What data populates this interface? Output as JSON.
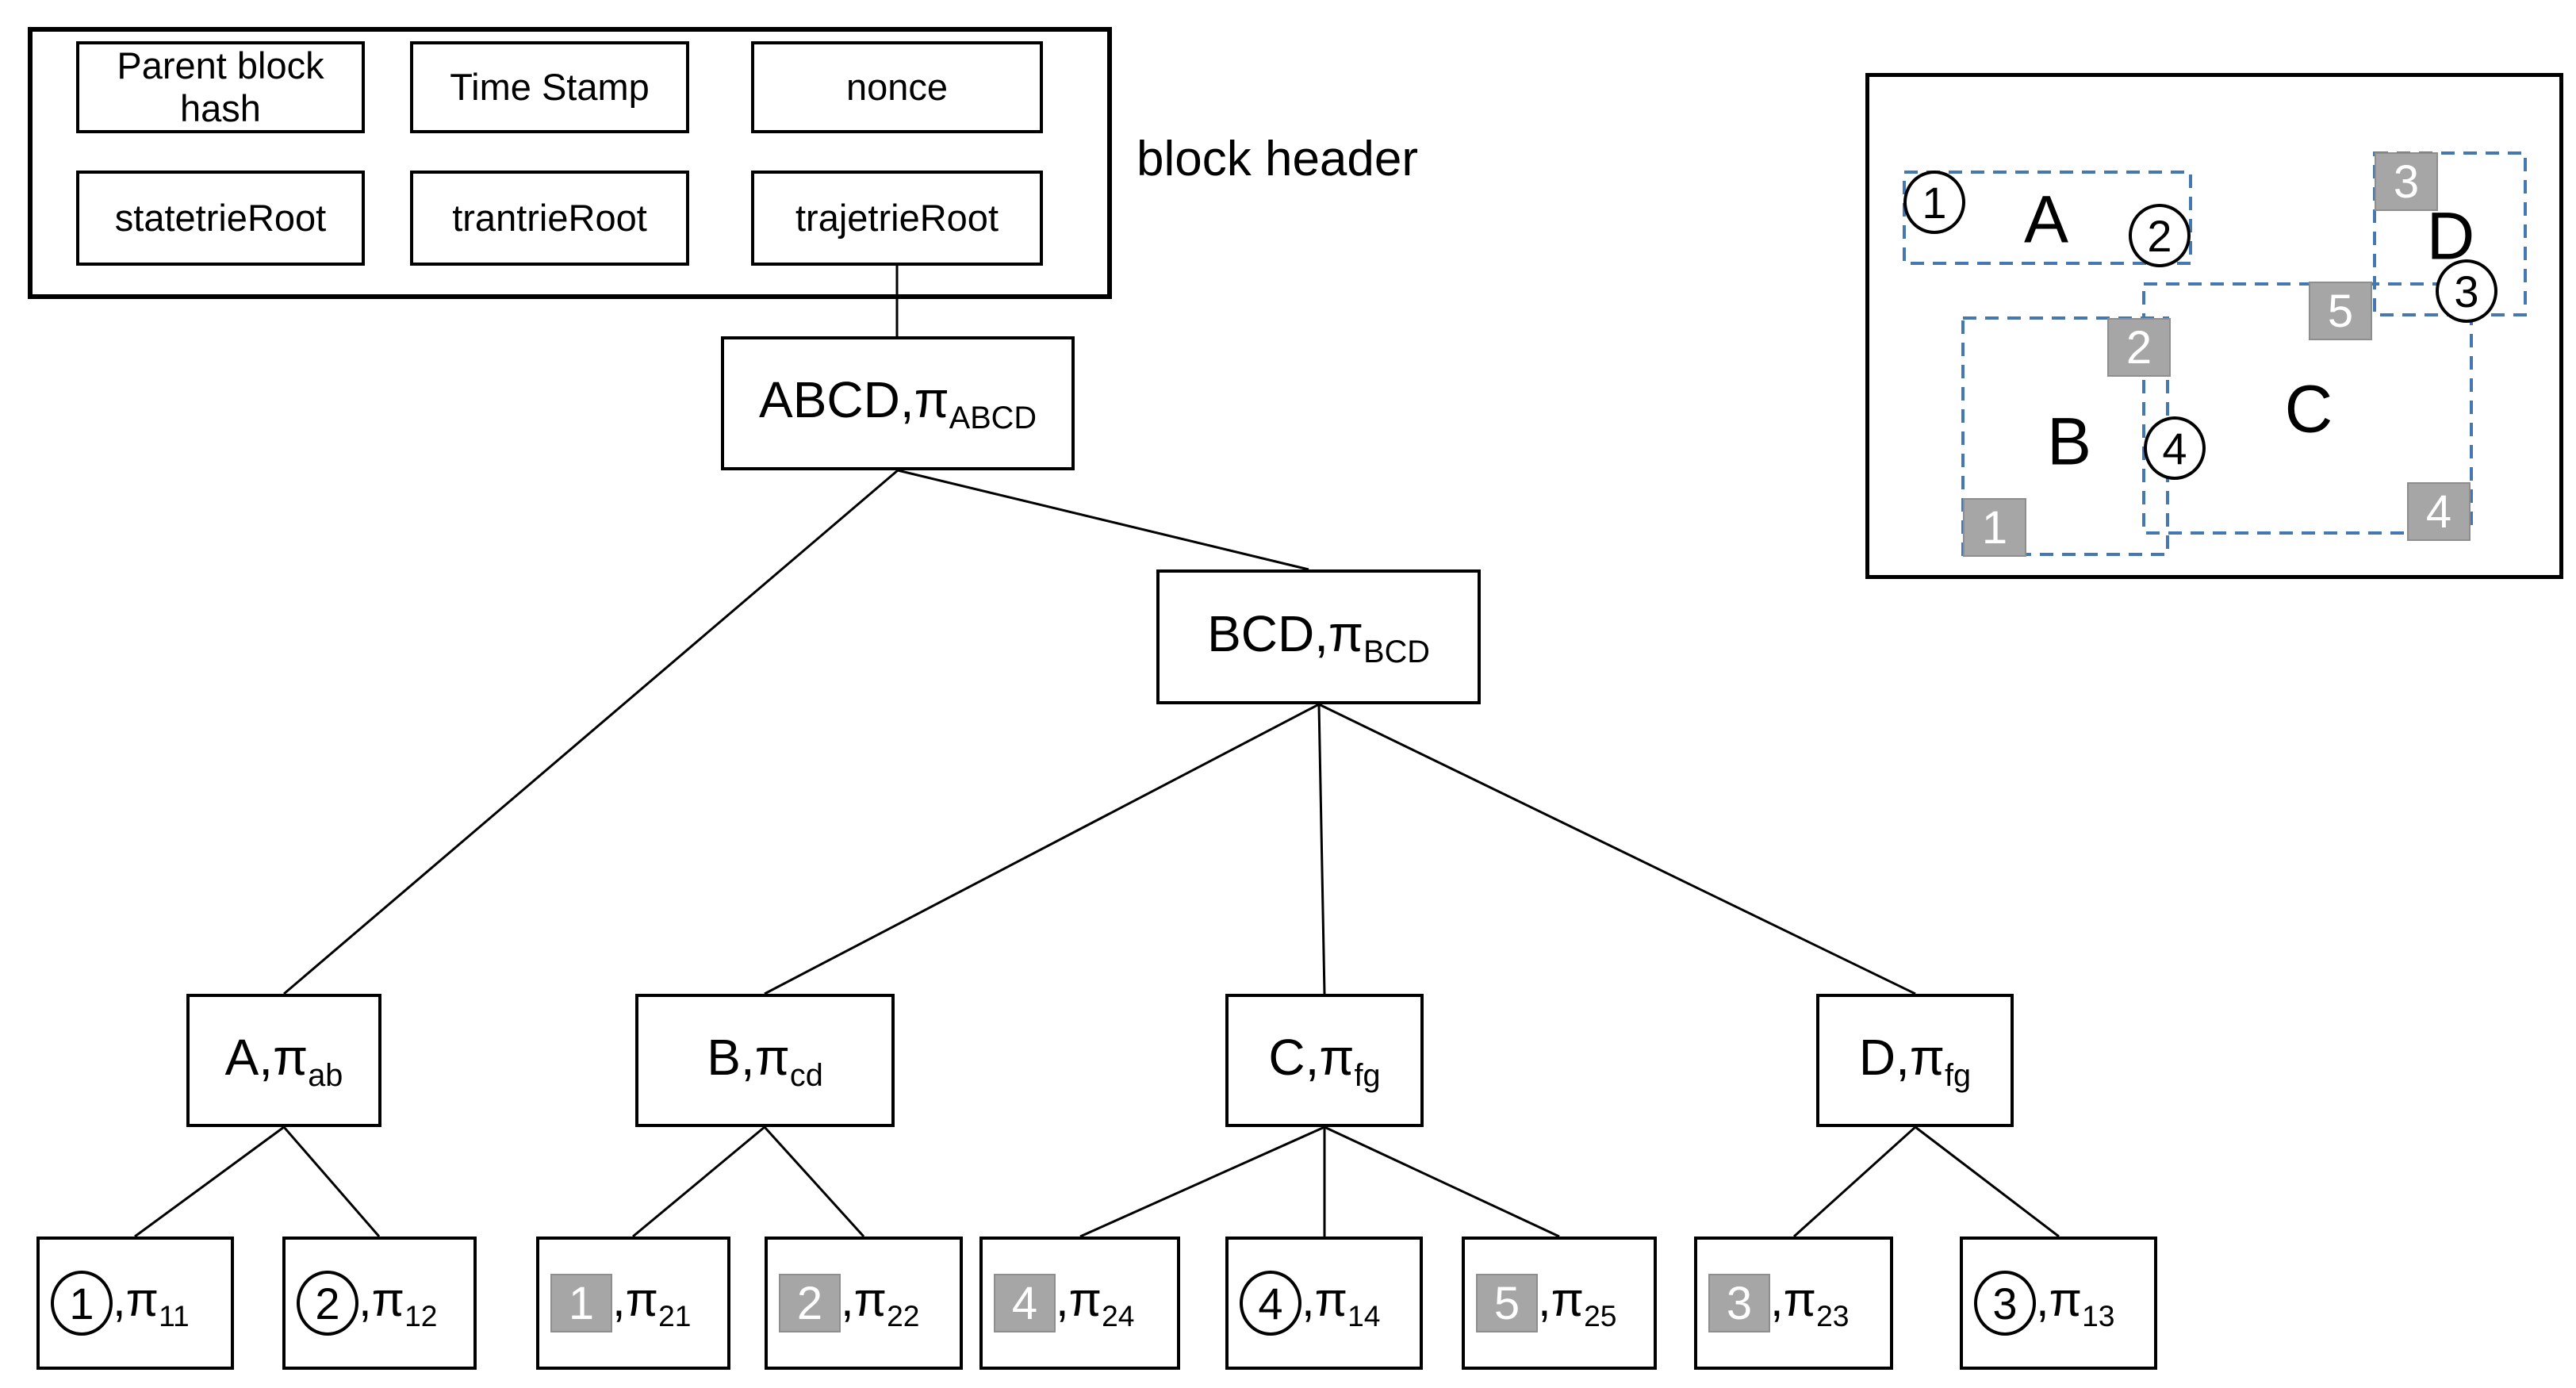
{
  "block_header": {
    "label": "block header",
    "fields": [
      "Parent block hash",
      "Time Stamp",
      "nonce",
      "statetrieRoot",
      "trantrieRoot",
      "trajetrieRoot"
    ]
  },
  "tree": {
    "root": {
      "main": "ABCD,π",
      "sub": "ABCD"
    },
    "bcd": {
      "main": "BCD,π",
      "sub": "BCD"
    },
    "level2": [
      {
        "main": "A,π",
        "sub": "ab"
      },
      {
        "main": "B,π",
        "sub": "cd"
      },
      {
        "main": "C,π",
        "sub": "fg"
      },
      {
        "main": "D,π",
        "sub": "fg"
      }
    ],
    "leaves": [
      {
        "marker_type": "circle",
        "marker": "1",
        "label": ",π",
        "sub": "11"
      },
      {
        "marker_type": "circle",
        "marker": "2",
        "label": ",π",
        "sub": "12"
      },
      {
        "marker_type": "square",
        "marker": "1",
        "label": ",π",
        "sub": "21"
      },
      {
        "marker_type": "square",
        "marker": "2",
        "label": ",π",
        "sub": "22"
      },
      {
        "marker_type": "square",
        "marker": "4",
        "label": ",π",
        "sub": "24"
      },
      {
        "marker_type": "circle",
        "marker": "4",
        "label": ",π",
        "sub": "14"
      },
      {
        "marker_type": "square",
        "marker": "5",
        "label": ",π",
        "sub": "25"
      },
      {
        "marker_type": "square",
        "marker": "3",
        "label": ",π",
        "sub": "23"
      },
      {
        "marker_type": "circle",
        "marker": "3",
        "label": ",π",
        "sub": "13"
      }
    ]
  },
  "map": {
    "regions": [
      {
        "label": "A"
      },
      {
        "label": "B"
      },
      {
        "label": "C"
      },
      {
        "label": "D"
      }
    ],
    "markers": [
      {
        "type": "circle",
        "value": "1"
      },
      {
        "type": "circle",
        "value": "2"
      },
      {
        "type": "square",
        "value": "3"
      },
      {
        "type": "circle",
        "value": "3"
      },
      {
        "type": "square",
        "value": "5"
      },
      {
        "type": "square",
        "value": "2"
      },
      {
        "type": "circle",
        "value": "4"
      },
      {
        "type": "square",
        "value": "1"
      },
      {
        "type": "square",
        "value": "4"
      }
    ]
  },
  "colors": {
    "dashed_region": "#4577b2",
    "marker_square_fill": "#a6a6a6",
    "marker_square_text": "#ffffff",
    "line": "#000000"
  }
}
